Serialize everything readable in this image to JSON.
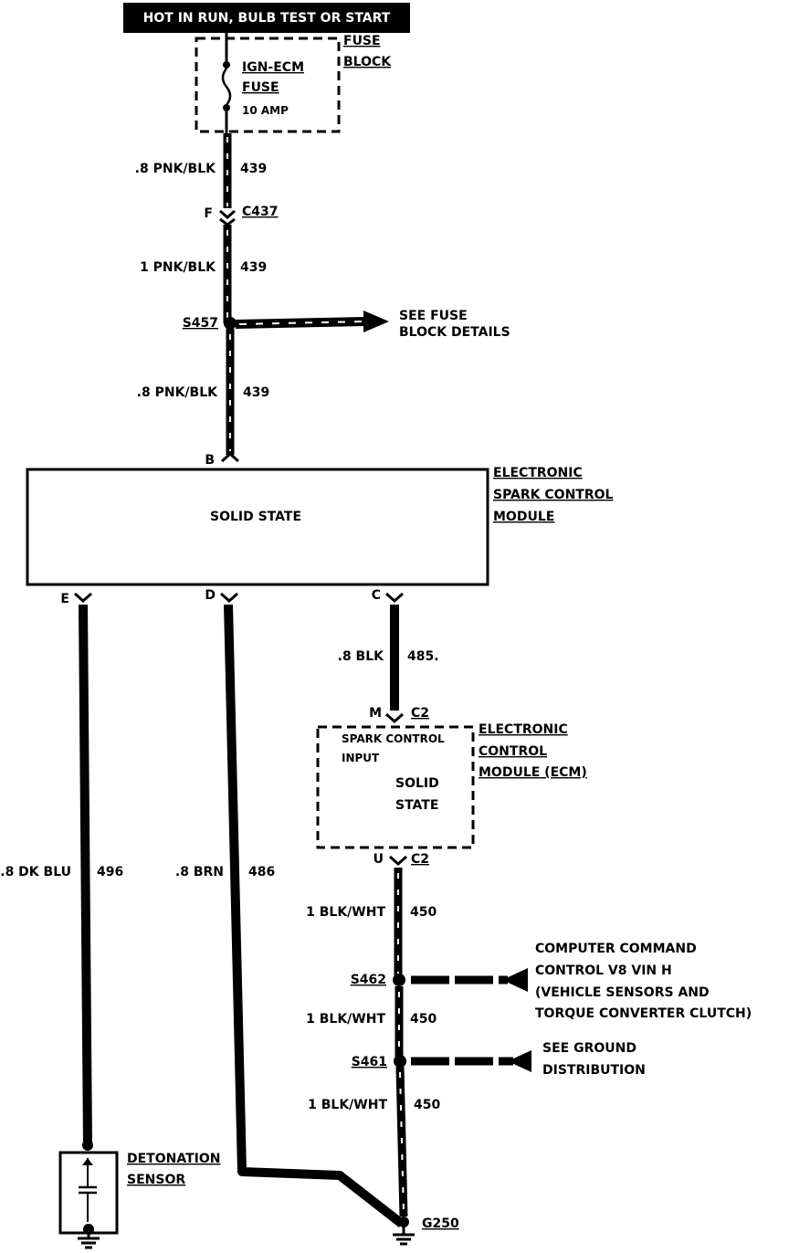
{
  "header": {
    "title": "HOT IN RUN, BULB TEST OR START"
  },
  "fuse_block": {
    "name_line1": "FUSE",
    "name_line2": "BLOCK",
    "fuse_line1": "IGN-ECM",
    "fuse_line2": "FUSE",
    "fuse_rating": "10 AMP"
  },
  "wires": {
    "w1_gauge": ".8 PNK/BLK",
    "w1_circuit": "439",
    "w2_gauge": "1 PNK/BLK",
    "w2_circuit": "439",
    "w3_gauge": ".8 PNK/BLK",
    "w3_circuit": "439",
    "wc_gauge": ".8 BLK",
    "wc_circuit": "485.",
    "we_gauge": ".8 DK BLU",
    "we_circuit": "496",
    "wd_gauge": ".8 BRN",
    "wd_circuit": "486",
    "wu1_gauge": "1 BLK/WHT",
    "wu1_circuit": "450",
    "wu2_gauge": "1 BLK/WHT",
    "wu2_circuit": "450",
    "wu3_gauge": "1 BLK/WHT",
    "wu3_circuit": "450"
  },
  "connectors": {
    "c437_pin": "F",
    "c437_name": "C437",
    "b_pin": "B",
    "e_pin": "E",
    "d_pin": "D",
    "c_pin": "C",
    "m_pin": "M",
    "m_conn": "C2",
    "u_pin": "U",
    "u_conn": "C2"
  },
  "splices": {
    "s457": "S457",
    "s462": "S462",
    "s461": "S461"
  },
  "ground": {
    "g250": "G250"
  },
  "references": {
    "fuse_details_line1": "SEE FUSE",
    "fuse_details_line2": "BLOCK DETAILS",
    "ccc_line1": "COMPUTER COMMAND",
    "ccc_line2": "CONTROL V8 VIN H",
    "ccc_line3": "(VEHICLE SENSORS AND",
    "ccc_line4": "TORQUE CONVERTER CLUTCH)",
    "ground_line1": "SEE GROUND",
    "ground_line2": "DISTRIBUTION"
  },
  "spark_module": {
    "name_line1": "ELECTRONIC",
    "name_line2": "SPARK CONTROL",
    "name_line3": "MODULE",
    "body": "SOLID STATE"
  },
  "ecm": {
    "name_line1": "ELECTRONIC",
    "name_line2": "CONTROL",
    "name_line3": "MODULE (ECM)",
    "input_line1": "SPARK CONTROL",
    "input_line2": "INPUT",
    "body_line1": "SOLID",
    "body_line2": "STATE"
  },
  "sensor": {
    "name_line1": "DETONATION",
    "name_line2": "SENSOR"
  }
}
